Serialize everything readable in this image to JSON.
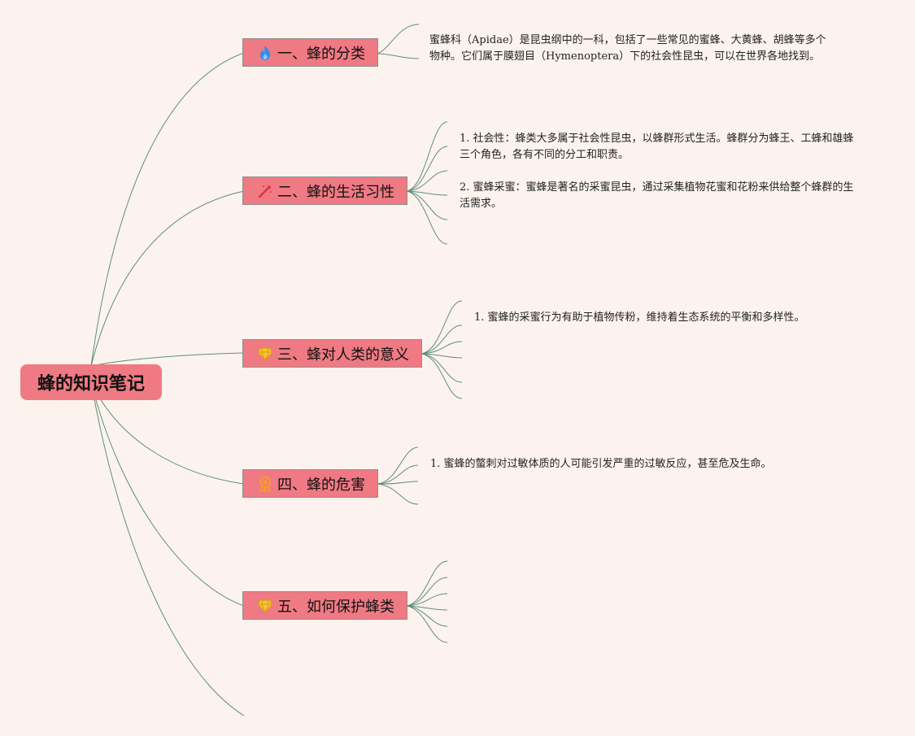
{
  "root": {
    "title": "蜂的知识笔记"
  },
  "branches": [
    {
      "label": "一、蜂的分类",
      "icon": "fire-icon"
    },
    {
      "label": "二、蜂的生活习性",
      "icon": "magic-wand-icon"
    },
    {
      "label": "三、蜂对人类的意义",
      "icon": "diamond-icon"
    },
    {
      "label": "四、蜂的危害",
      "icon": "medal-icon"
    },
    {
      "label": "五、如何保护蜂类",
      "icon": "diamond-icon"
    }
  ],
  "notes": {
    "classification": "蜜蜂科（Apidae）是昆虫纲中的一科，包括了一些常见的蜜蜂、大黄蜂、胡蜂等多个物种。它们属于膜翅目（Hymenoptera）下的社会性昆虫，可以在世界各地找到。",
    "habit_1": "1. 社会性：蜂类大多属于社会性昆虫，以蜂群形式生活。蜂群分为蜂王、工蜂和雄蜂三个角色，各有不同的分工和职责。",
    "habit_2": "2. 蜜蜂采蜜：蜜蜂是著名的采蜜昆虫，通过采集植物花蜜和花粉来供给整个蜂群的生活需求。",
    "significance_1": "1. 蜜蜂的采蜜行为有助于植物传粉，维持着生态系统的平衡和多样性。",
    "harm_1": "1. 蜜蜂的螫刺对过敏体质的人可能引发严重的过敏反应，甚至危及生命。"
  },
  "colors": {
    "branch_fill": "#ef7a84",
    "line": "#5e8f78",
    "background": "#fdf3ee"
  }
}
